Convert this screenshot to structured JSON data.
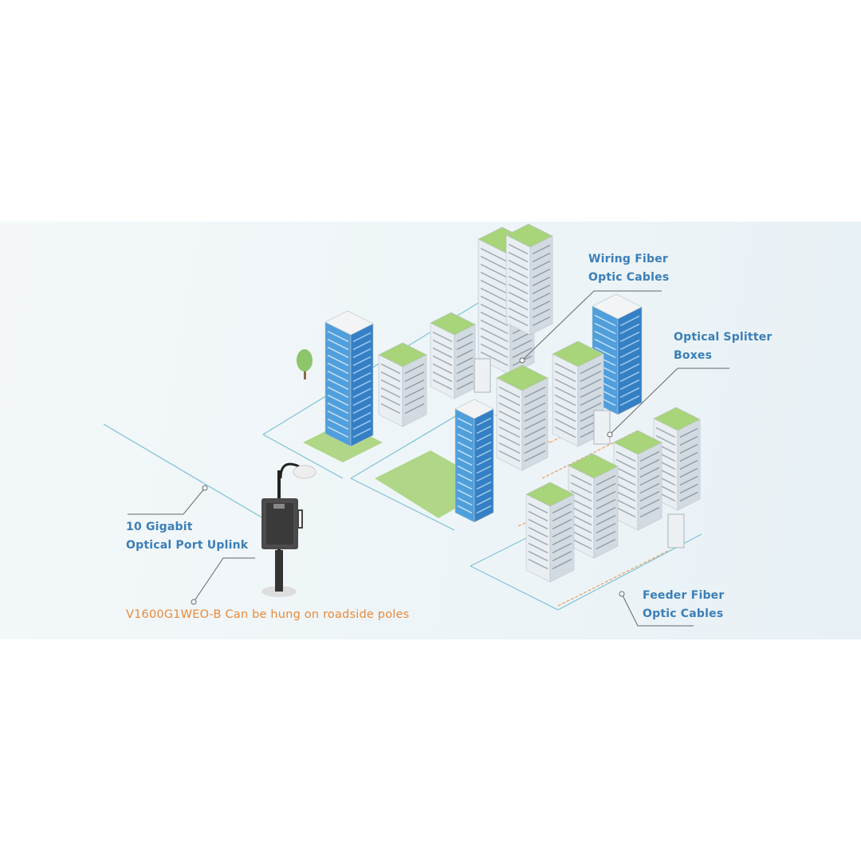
{
  "labels": {
    "wiring": [
      "Wiring Fiber",
      "Optic Cables"
    ],
    "splitter": [
      "Optical Splitter",
      "Boxes"
    ],
    "feeder": [
      "Feeder Fiber",
      "Optic Cables"
    ],
    "uplink": [
      "10 Gigabit",
      "Optical Port Uplink"
    ],
    "device_caption": "V1600G1WEO-B Can be hung on roadside poles"
  },
  "colors": {
    "label": "#3a7fb8",
    "caption": "#e98a3a",
    "fiber_line": "#7cc3d6",
    "feeder_line": "#e9a060",
    "grass": "#9fd06a",
    "glass": "#3d8fd0"
  }
}
